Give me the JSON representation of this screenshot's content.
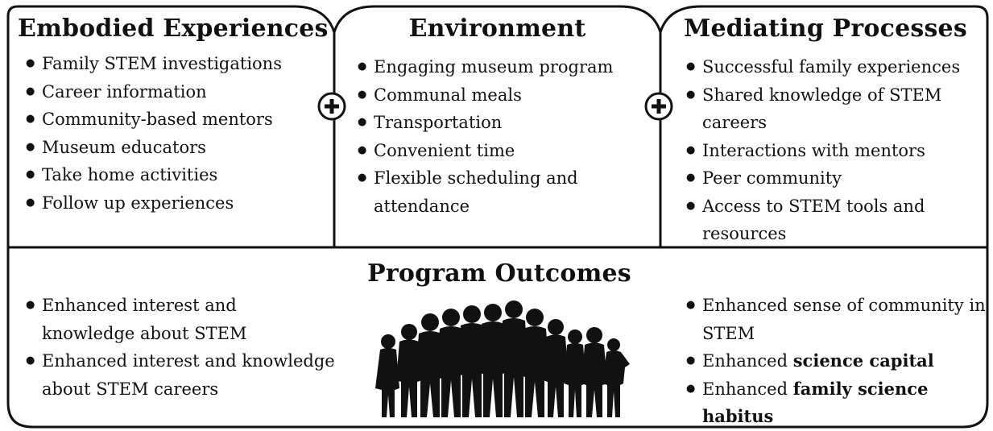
{
  "colors": {
    "stroke": "#111111",
    "background": "#ffffff",
    "silhouette": "#111111"
  },
  "boxes": {
    "embodied": {
      "title": "Embodied Experiences",
      "items": [
        "Family STEM investigations",
        "Career information",
        "Community-based mentors",
        "Museum educators",
        "Take home activities",
        "Follow up experiences"
      ]
    },
    "environment": {
      "title": "Environment",
      "items": [
        "Engaging museum program",
        "Communal meals",
        "Transportation",
        "Convenient time",
        "Flexible scheduling and attendance"
      ]
    },
    "mediating": {
      "title": "Mediating Processes",
      "items": [
        "Successful family experiences",
        "Shared knowledge of STEM careers",
        "Interactions with mentors",
        "Peer community",
        "Access to STEM tools and resources"
      ]
    }
  },
  "outcomes": {
    "title": "Program Outcomes",
    "left_items": [
      "Enhanced interest and knowledge about STEM",
      "Enhanced interest and knowledge about STEM careers"
    ],
    "right_items": [
      {
        "prefix": "Enhanced sense of community in STEM",
        "bold": ""
      },
      {
        "prefix": "Enhanced ",
        "bold": "science capital"
      },
      {
        "prefix": "Enhanced ",
        "bold": "family science habitus"
      }
    ]
  },
  "icons": {
    "connector": "plus-circle-icon",
    "people": "crowd-silhouette-icon"
  }
}
